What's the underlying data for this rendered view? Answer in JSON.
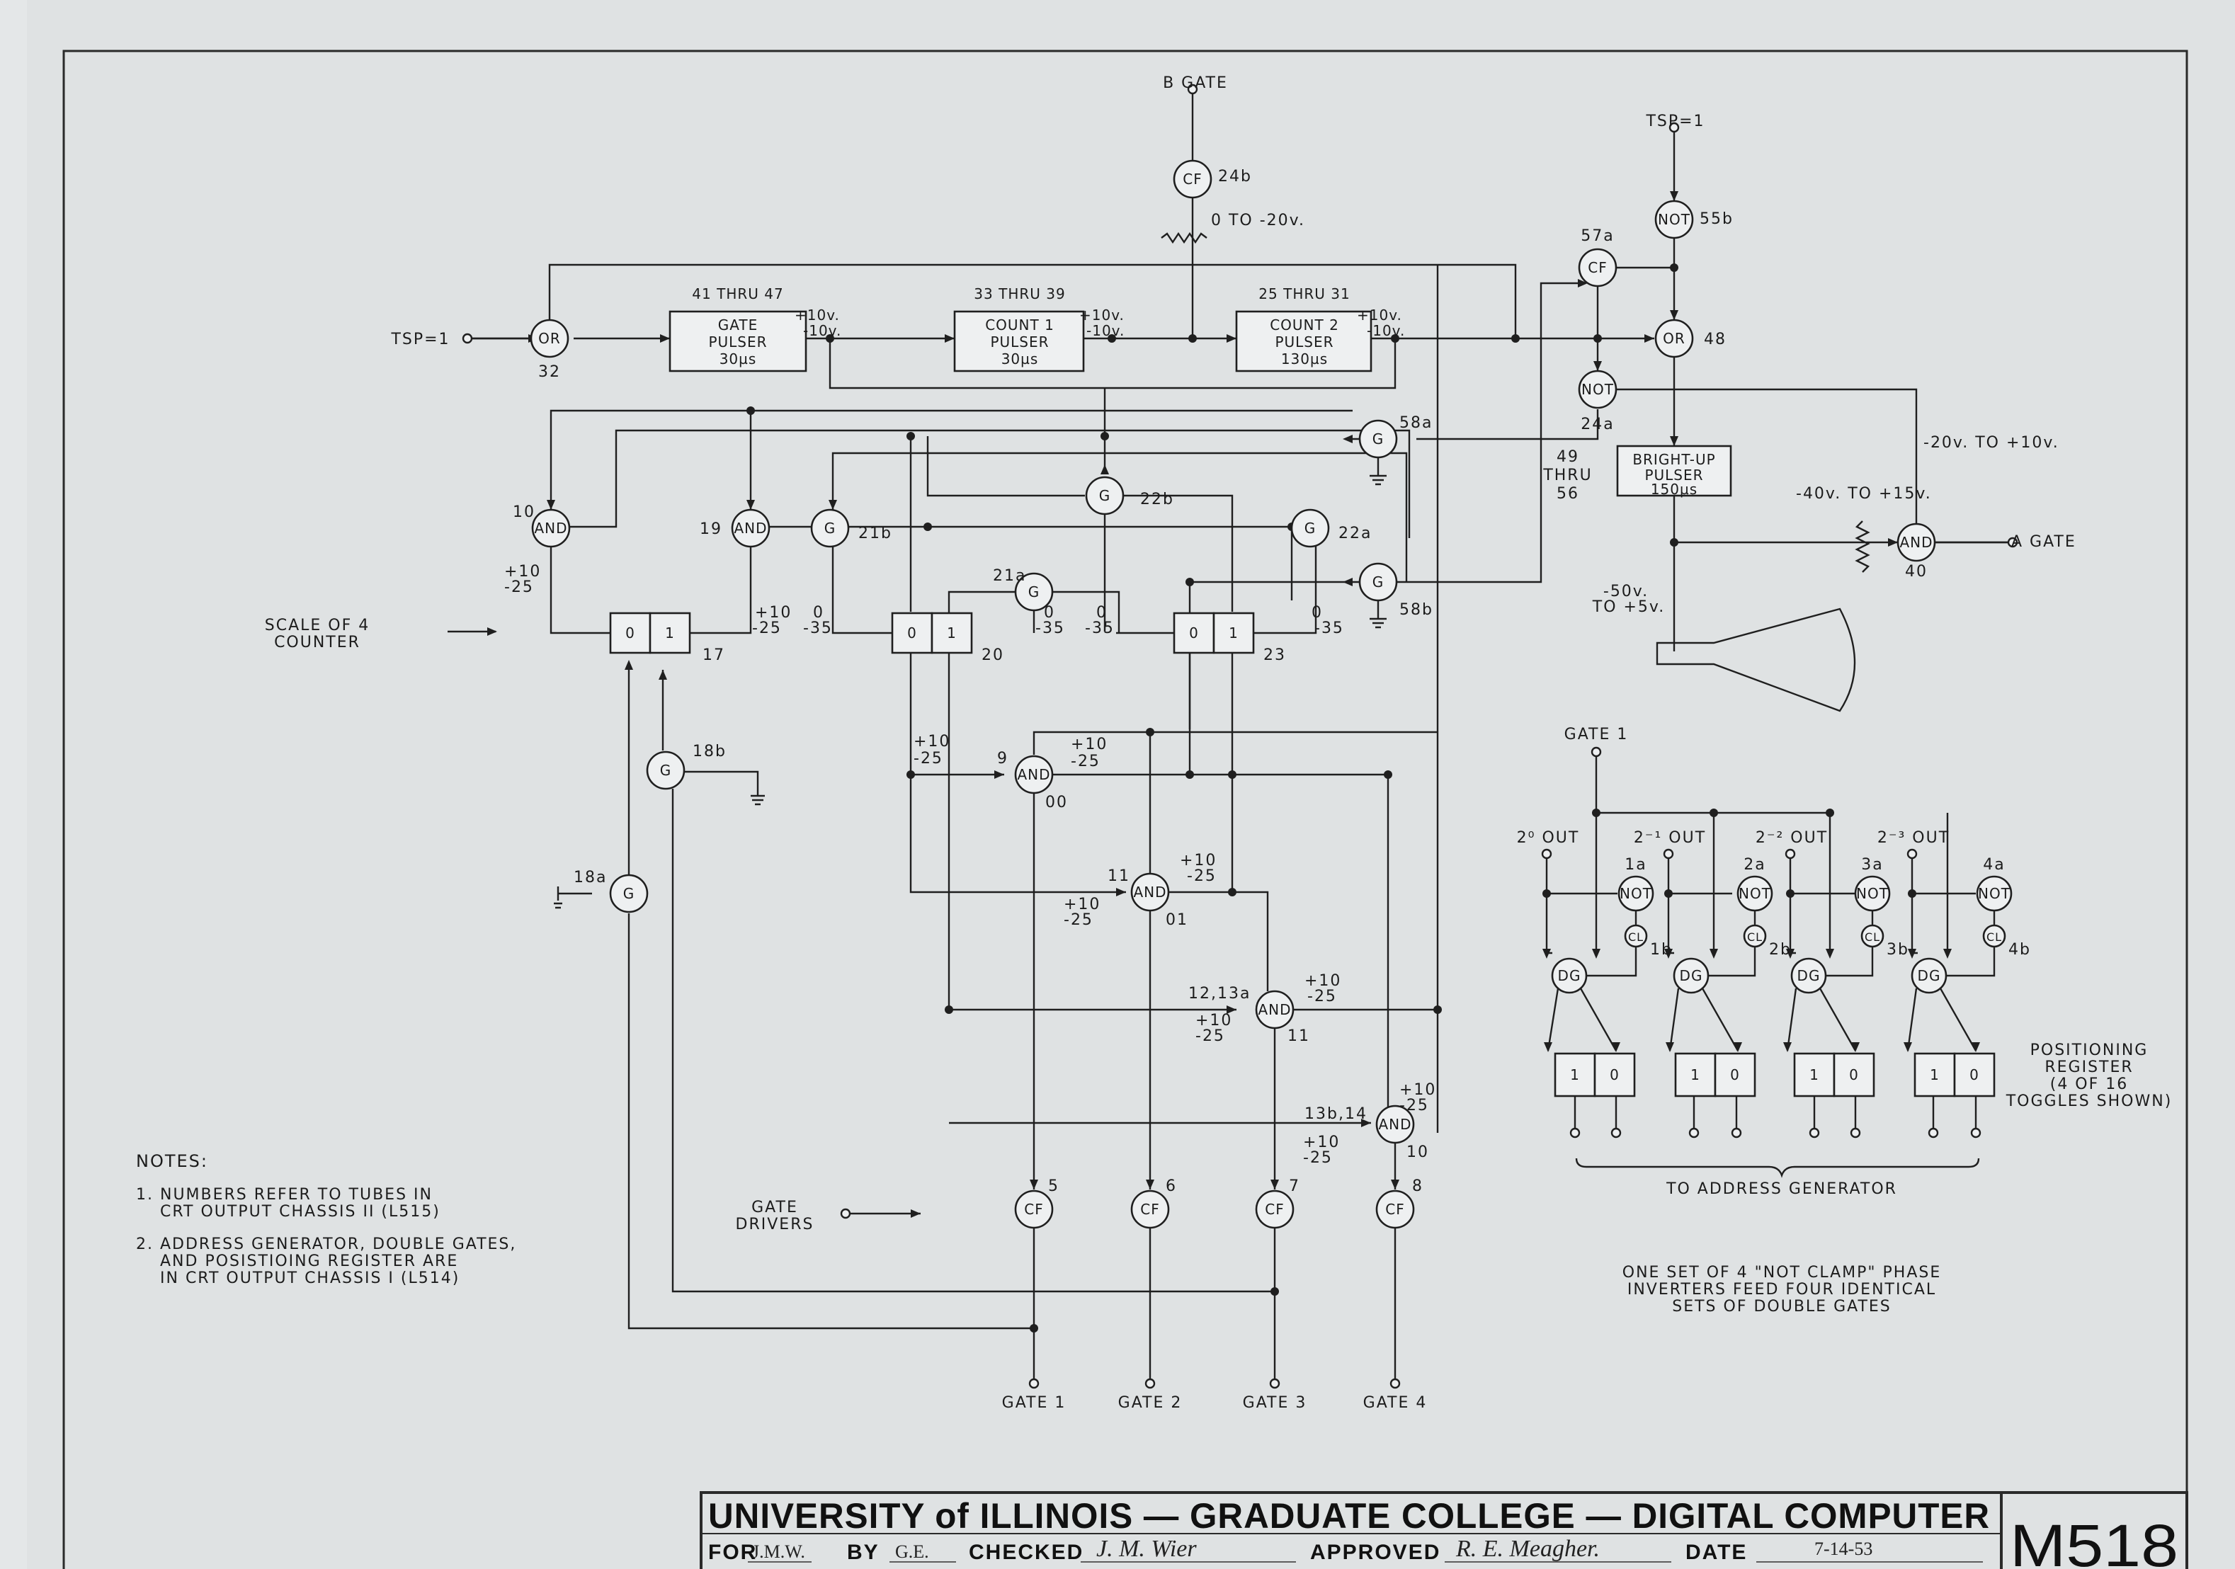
{
  "labels": {
    "b_gate": "B GATE",
    "cf24b_num": "24b",
    "zero_to_m20": "0 TO -20v.",
    "tsp_right": "TSP=1",
    "not55b_num": "55b",
    "cf57a_num": "57a",
    "tsp_left": "TSP=1",
    "or32_num": "32",
    "or48_num": "48",
    "not24a_num": "24a",
    "thru_49": "49",
    "thru_word": "THRU",
    "thru_56": "56",
    "range_m20_p10": "-20v. TO +10v.",
    "range_m40_p15": "-40v. TO +15v.",
    "a_gate": "A GATE",
    "and40_num": "40",
    "m50v": "-50v.",
    "to_p5v": "TO +5v.",
    "g58a_num": "58a",
    "g58b_num": "58b",
    "g22b_num": "22b",
    "g22a_num": "22a",
    "g21b_num": "21b",
    "g21a_num": "21a",
    "and10_num": "10",
    "and19_num": "19",
    "p10_a": "+10",
    "m25_a": "-25",
    "p10_b": "+10",
    "m25_b": "-25",
    "z_c": "0",
    "m35_c": "-35",
    "z_d": "0",
    "m35_d": "-35",
    "z_e": "0",
    "m35_e": "-35",
    "z_f": "0",
    "m35_f": "-35",
    "scale_of_4": "SCALE OF 4",
    "counter": "COUNTER",
    "ff17_num": "17",
    "ff20_num": "20",
    "ff23_num": "23",
    "g18b_num": "18b",
    "g18a_num": "18a",
    "and9_num": "9",
    "and9_code": "00",
    "p10_g": "+10",
    "m25_g": "-25",
    "p10_h": "+10",
    "m25_h": "-25",
    "and11_num": "11",
    "and11_code": "01",
    "p10_i": "+10",
    "m25_i": "-25",
    "p10_j": "+10",
    "m25_j": "-25",
    "and12_num": "12,13a",
    "and12_code": "11",
    "p10_k": "+10",
    "m25_k": "-25",
    "p10_l": "+10",
    "m25_l": "-25",
    "and13_num": "13b,14",
    "and13_code": "10",
    "p10_m": "+10",
    "m25_m": "-25",
    "p10_n": "+10",
    "m25_n": "-25",
    "cf5_num": "5",
    "cf6_num": "6",
    "cf7_num": "7",
    "cf8_num": "8",
    "gate_drivers_1": "GATE",
    "gate_drivers_2": "DRIVERS",
    "gate_out_1": "GATE 1",
    "gate_out_2": "GATE 2",
    "gate_out_3": "GATE 3",
    "gate_out_4": "GATE 4",
    "gate1_top": "GATE 1",
    "out_0": "2⁰ OUT",
    "out_1": "2⁻¹ OUT",
    "out_2": "2⁻² OUT",
    "out_3": "2⁻³ OUT",
    "sec1a": "1a",
    "sec1b": "1b",
    "sec2a": "2a",
    "sec2b": "2b",
    "sec3a": "3a",
    "sec3b": "3b",
    "sec4a": "4a",
    "sec4b": "4b",
    "pos_reg_1": "POSITIONING",
    "pos_reg_2": "REGISTER",
    "pos_reg_3": "(4 OF 16",
    "pos_reg_4": "TOGGLES SHOWN)",
    "to_address_gen": "TO  ADDRESS  GENERATOR",
    "note_dg_1": "ONE SET OF 4 \"NOT CLAMP\" PHASE",
    "note_dg_2": "INVERTERS FEED FOUR IDENTICAL",
    "note_dg_3": "SETS OF DOUBLE GATES"
  },
  "symbols": {
    "or": "OR",
    "and": "AND",
    "not": "NOT",
    "cf": "CF",
    "g": "G",
    "dg": "DG",
    "cl": "CL",
    "zero": "0",
    "one": "1"
  },
  "pulsers": [
    {
      "range": "41 THRU 47",
      "line1": "GATE",
      "line2": "PULSER",
      "width": "30µs",
      "v1": "+10v.",
      "v2": "-10v."
    },
    {
      "range": "33 THRU 39",
      "line1": "COUNT 1",
      "line2": "PULSER",
      "width": "30µs",
      "v1": "+10v.",
      "v2": "-10v."
    },
    {
      "range": "25 THRU 31",
      "line1": "COUNT 2",
      "line2": "PULSER",
      "width": "130µs",
      "v1": "+10v.",
      "v2": "-10v."
    }
  ],
  "bright_up": {
    "line1": "BRIGHT-UP",
    "line2": "PULSER",
    "width": "150µs"
  },
  "notes": {
    "heading": "NOTES:",
    "n1_l1": "1. NUMBERS REFER TO TUBES IN",
    "n1_l2": "CRT OUTPUT CHASSIS II (L515)",
    "n2_l1": "2. ADDRESS GENERATOR, DOUBLE GATES,",
    "n2_l2": "AND POSISTIOING REGISTER ARE",
    "n2_l3": "IN CRT OUTPUT CHASSIS I (L514)"
  },
  "title_block": {
    "title": "UNIVERSITY of ILLINOIS — GRADUATE COLLEGE — DIGITAL COMPUTER",
    "for_label": "FOR",
    "for_value": "J.M.W.",
    "by_label": "BY",
    "by_value": "G.E.",
    "checked_label": "CHECKED",
    "checked_value": "J. M. Wier",
    "approved_label": "APPROVED",
    "approved_value": "R. E. Meagher.",
    "date_label": "DATE",
    "date_value": "7-14-53",
    "drawing_number": "M518"
  }
}
